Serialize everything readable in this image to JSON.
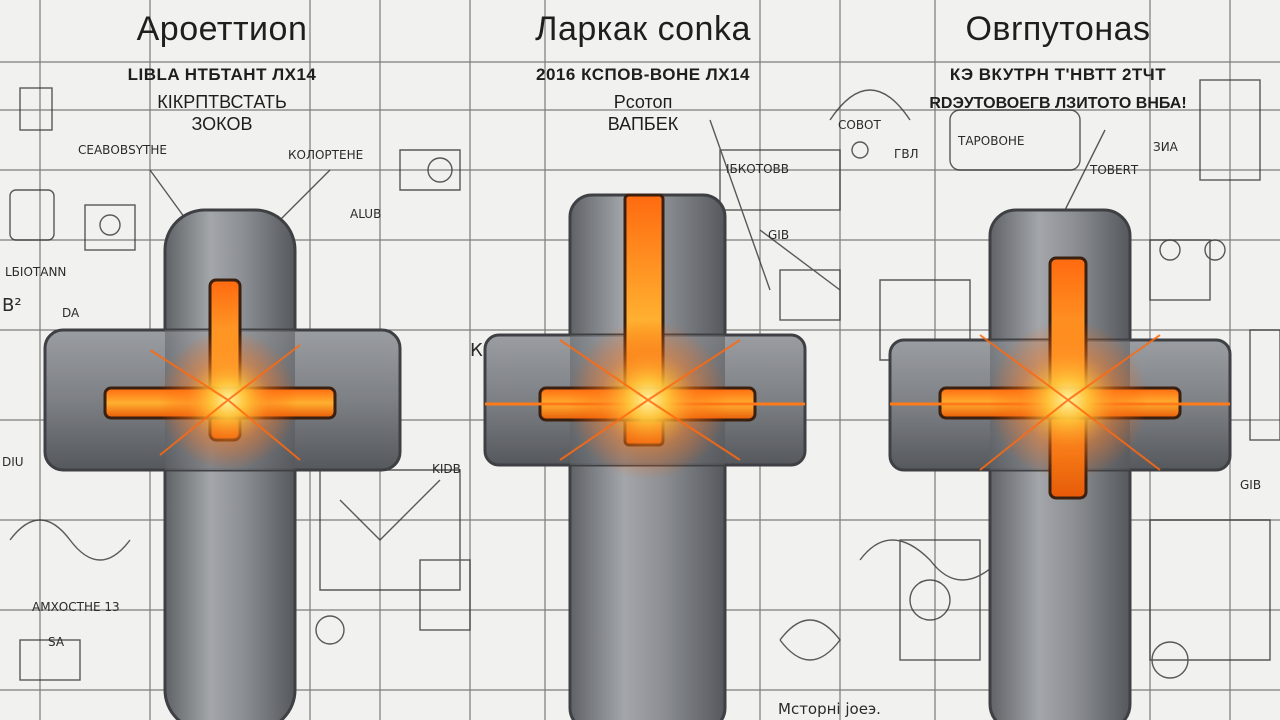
{
  "panels": [
    {
      "title": "Aроеттиоn",
      "subtitle": "LIBLA НТБТАНТ ЛХ14",
      "note_line1": "КIКРПТВСТАТЬ",
      "note_line2": "ЗОКОВ"
    },
    {
      "title": "Ларкак conka",
      "subtitle": "2016 КСПОВ-ВОНЕ ЛХ14",
      "note_line1": "Рсотоп",
      "note_line2": "ВАПБЕК"
    },
    {
      "title": "Овrпутонаs",
      "subtitle": "КЭ ВКУТРН Т'НВТТ 2ТЧТ",
      "note_line1": "RDЭУТОВОЕГВ ЛЗИТОТО ВНБА!",
      "note_line2": ""
    }
  ],
  "labels": {
    "l1": "СЕАВОВЅҮТНЕ",
    "l2": "КОЛОРТЕНЕ",
    "l3": "ALUB",
    "l4": "LБІОТАNN",
    "l5": "B²",
    "l6": "DA",
    "l7": "DIU",
    "l8": "SA",
    "l9": "АМХОСТНЕ 13",
    "l10": "К",
    "l11": "KIDB",
    "l12": "IБКОТОВВ",
    "l13": "СОВОТ",
    "l14": "ГВЛ",
    "l15": "GIB",
    "l16": "ТАРОВОНЕ",
    "l17": "ТОВЕRТ",
    "l18": "ЗИА",
    "l19": "GIB",
    "l20": "Мсторнi јоеэ."
  },
  "colors": {
    "metal": "#8a8d91",
    "glow": "#ff7a1a",
    "core": "#ffd23a",
    "line": "#4a4a4a"
  }
}
